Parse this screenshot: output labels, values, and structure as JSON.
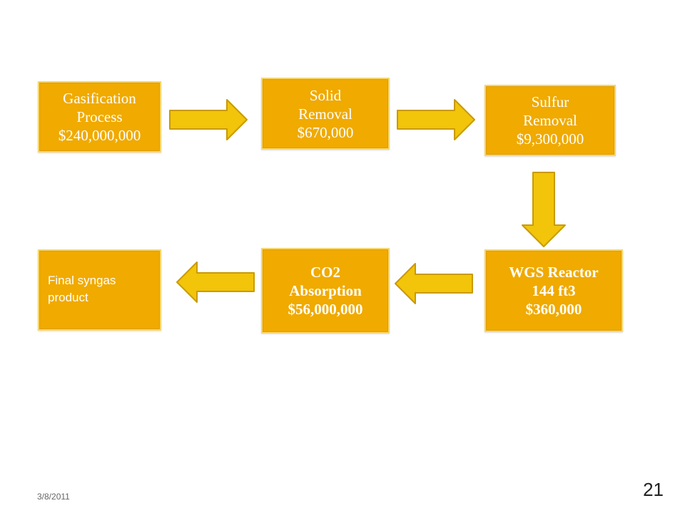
{
  "boxes": {
    "gasification": {
      "lines": [
        "Gasification",
        "Process",
        "$240,000,000"
      ]
    },
    "solid_removal": {
      "lines": [
        "Solid",
        "Removal",
        "$670,000"
      ]
    },
    "sulfur_removal": {
      "lines": [
        "Sulfur",
        "Removal",
        "$9,300,000"
      ]
    },
    "wgs_reactor": {
      "lines": [
        "WGS Reactor",
        "144 ft3",
        "$360,000"
      ]
    },
    "co2_absorption": {
      "lines": [
        "CO2",
        "Absorption",
        "$56,000,000"
      ]
    },
    "final_product": {
      "lines": [
        "Final syngas",
        "product"
      ]
    }
  },
  "footer": {
    "date": "3/8/2011",
    "slide_number": "21"
  },
  "colors": {
    "box_fill": "#f0aa00",
    "box_border": "#f8d56a",
    "arrow_fill": "#f2c40a",
    "arrow_stroke": "#c99a00",
    "text": "#ffffff"
  }
}
